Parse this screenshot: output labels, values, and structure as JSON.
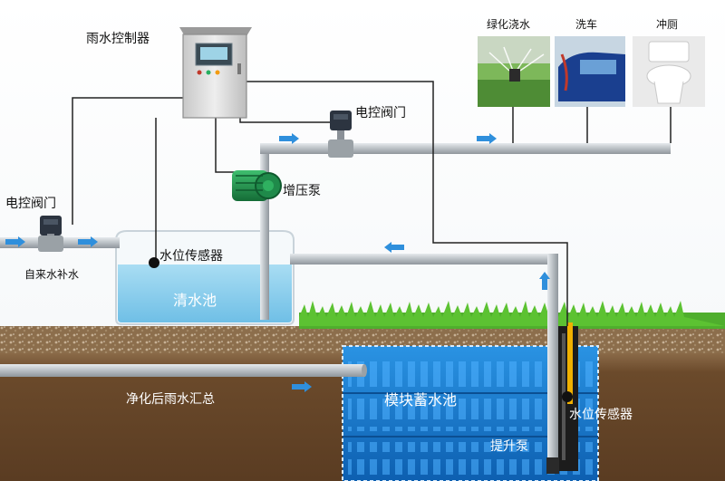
{
  "labels": {
    "controller": "雨水控制器",
    "valve_top": "电控阀门",
    "valve_left": "电控阀门",
    "booster_pump": "增压泵",
    "water_level_sensor_clear": "水位传感器",
    "tap_water_supply": "自来水补水",
    "clear_water_tank": "清水池",
    "purified_rainwater": "净化后雨水汇总",
    "module_storage_tank": "模块蓄水池",
    "water_level_sensor_storage": "水位传感器",
    "lift_pump": "提升泵",
    "use_greening": "绿化浇水",
    "use_car_wash": "洗车",
    "use_toilet": "冲厕"
  },
  "colors": {
    "pipe": "#b9bfc4",
    "flow_arrow": "#2f8fdc",
    "clear_water": "#8fd0ef",
    "storage_water": "#1a7fd6",
    "soil": "#6b4a2b",
    "grass": "#4fae2d",
    "pump": "#1f8a4a",
    "controller": "#dcdcdc",
    "wire": "#222222"
  },
  "icons": {
    "flow": "arrow-icon",
    "valve": "valve-icon",
    "pump": "pump-icon",
    "controller": "control-cabinet-icon"
  }
}
